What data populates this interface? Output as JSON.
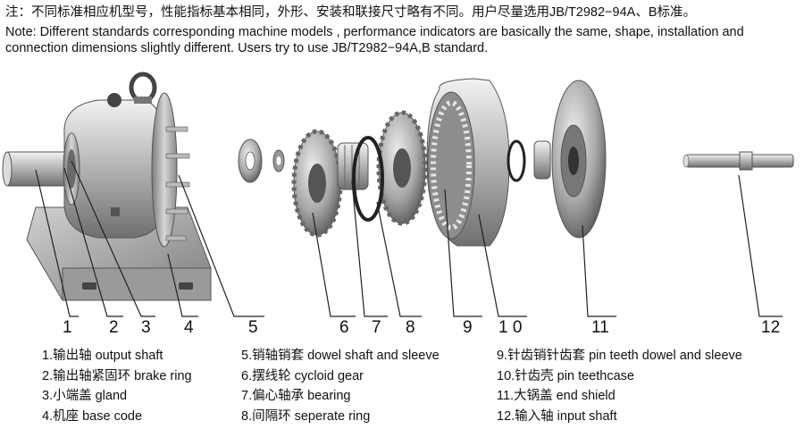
{
  "notes": {
    "cn": "注：不同标准相应机型号，性能指标基本相同，外形、安装和联接尺寸略有不同。用户尽量选用JB/T2982−94A、B标准。",
    "en": "Note: Different standards corresponding machine models , performance indicators are basically the same, shape, installation and connection dimensions slightly different. Users try to use JB/T2982−94A,B standard."
  },
  "callouts": [
    "1",
    "2",
    "3",
    "4",
    "5",
    "6",
    "7",
    "8",
    "9",
    "1 0",
    "11",
    "12"
  ],
  "legend": {
    "col1": [
      "1.输出轴 output shaft",
      "2.输出轴紧固环 brake ring",
      "3.小端盖 gland",
      "4.机座 base code"
    ],
    "col2": [
      "5.销轴销套 dowel shaft and sleeve",
      "6.摆线轮 cycloid gear",
      "7.偏心轴承 bearing",
      "8.间隔环 seperate ring"
    ],
    "col3": [
      "9.针齿销针齿套 pin teeth dowel and sleeve",
      "10.针齿壳 pin teethcase",
      "11.大锅盖 end shield",
      "12.输入轴 input shaft"
    ]
  }
}
